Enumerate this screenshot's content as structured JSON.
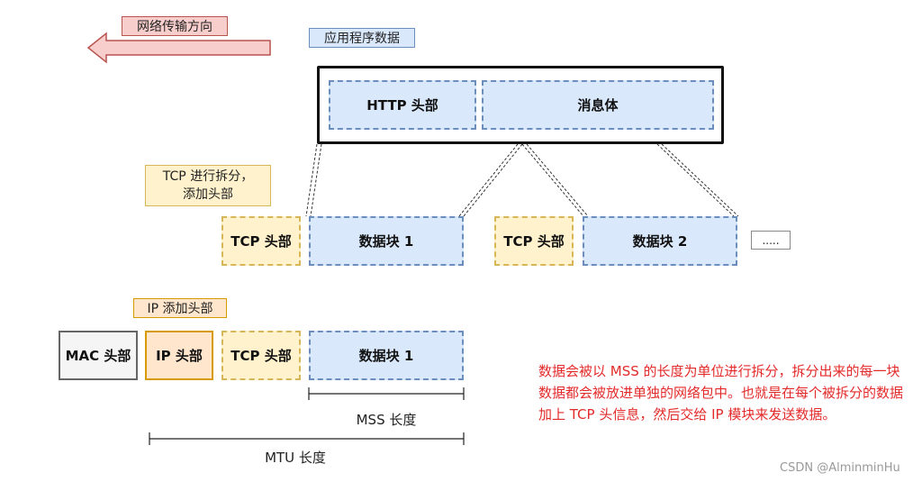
{
  "labels": {
    "direction": "网络传输方向",
    "app_data": "应用程序数据",
    "tcp_step": "TCP 进行拆分，\n添加头部",
    "ip_step": "IP 添加头部"
  },
  "app_layer": {
    "http_header": "HTTP 头部",
    "body": "消息体"
  },
  "tcp_layer": {
    "header1": "TCP 头部",
    "chunk1": "数据块 1",
    "header2": "TCP 头部",
    "chunk2": "数据块 2",
    "more": "....."
  },
  "ip_layer": {
    "mac": "MAC 头部",
    "ip": "IP 头部",
    "tcp": "TCP 头部",
    "chunk": "数据块 1"
  },
  "dimensions": {
    "mss": "MSS 长度",
    "mtu": "MTU 长度"
  },
  "note": "数据会被以 MSS 的长度为单位进行拆分，拆分出来的每一块数据都会被放进单独的网络包中。也就是在每个被拆分的数据加上 TCP 头信息，然后交给 IP 模块来发送数据。",
  "watermark": "CSDN @AlminminHu",
  "colors": {
    "blue_fill": "#dae8fc",
    "blue_stroke": "#6c8ebf",
    "tcp_fill": "#fff2cc",
    "tcp_stroke": "#d6b656",
    "ip_fill": "#ffe6cc",
    "ip_stroke": "#d79b00",
    "arrow_fill": "#f8cecc",
    "arrow_stroke": "#b85450",
    "note": "#e32a2a"
  }
}
